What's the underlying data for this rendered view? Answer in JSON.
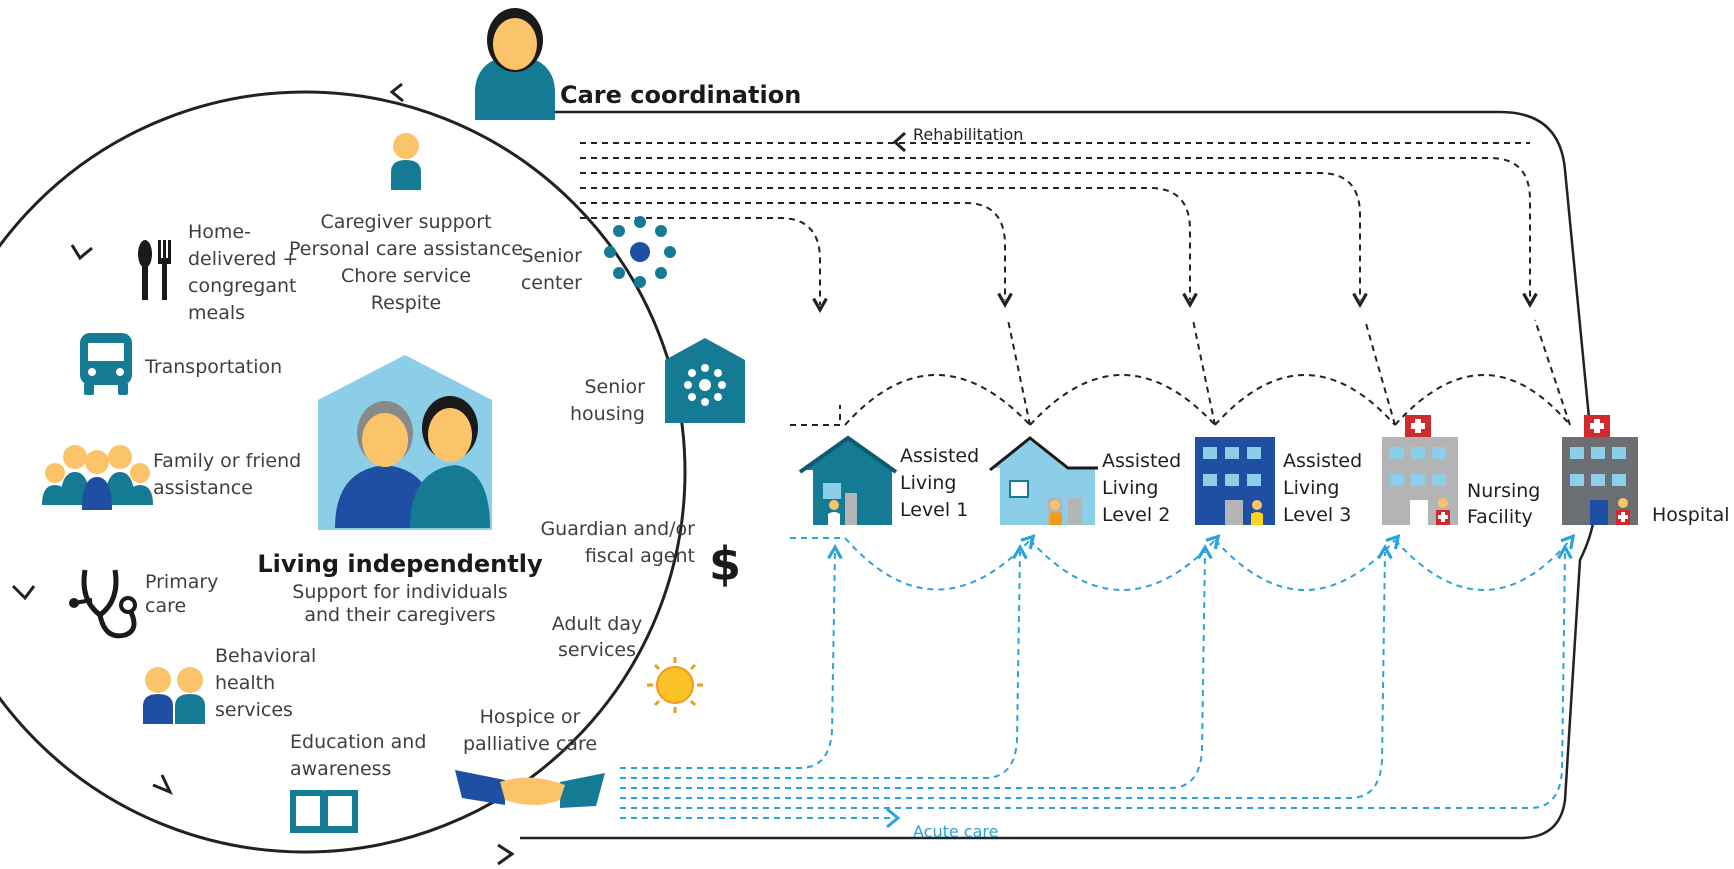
{
  "coordination": {
    "title": "Care coordination"
  },
  "flows": {
    "rehabilitation": "Rehabilitation",
    "acute_care": "Acute care"
  },
  "center": {
    "title": "Living independently",
    "subtitle_line1": "Support for individuals",
    "subtitle_line2": "and their caregivers"
  },
  "services": {
    "meals": [
      "Home-",
      "delivered +",
      "congregant",
      "meals"
    ],
    "caregiver": [
      "Caregiver support",
      "Personal care assistance",
      "Chore service",
      "Respite"
    ],
    "senior_center": [
      "Senior",
      "center"
    ],
    "transportation": [
      "Transportation"
    ],
    "senior_housing": [
      "Senior",
      "housing"
    ],
    "family": [
      "Family or friend",
      "assistance"
    ],
    "guardian": [
      "Guardian and/or",
      "fiscal agent"
    ],
    "primary_care": [
      "Primary",
      "care"
    ],
    "adult_day": [
      "Adult day",
      "services"
    ],
    "behavioral": [
      "Behavioral",
      "health",
      "services"
    ],
    "education": [
      "Education and",
      "awareness"
    ],
    "hospice": [
      "Hospice or",
      "palliative care"
    ],
    "dollar_symbol": "$"
  },
  "facilities": {
    "al1": [
      "Assisted",
      "Living",
      "Level 1"
    ],
    "al2": [
      "Assisted",
      "Living",
      "Level 2"
    ],
    "al3": [
      "Assisted",
      "Living",
      "Level 3"
    ],
    "nursing": [
      "Nursing",
      "Facility"
    ],
    "hospital": [
      "Hospital"
    ]
  },
  "colors": {
    "teal": "#157a93",
    "dark_blue": "#1f4fa3",
    "light_blue": "#8ccde8",
    "skin": "#fcc46a",
    "flow_blue": "#29a3dc",
    "gray": "#b2b4b6",
    "dark_gray": "#6b6e73",
    "red": "#d02a2f"
  }
}
